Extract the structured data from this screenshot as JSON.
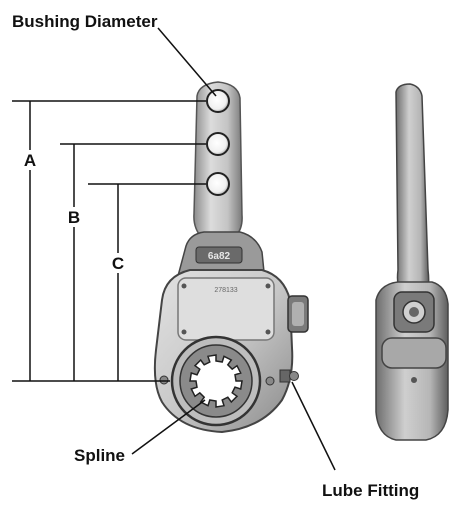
{
  "labels": {
    "bushing_diameter": "Bushing Diameter",
    "a": "A",
    "b": "B",
    "c": "C",
    "spline": "Spline",
    "lube_fitting": "Lube Fitting"
  },
  "part_markings": {
    "casting_mark": "6a82",
    "plate_number": "278133"
  },
  "colors": {
    "metal_light": "#d8d8d8",
    "metal_mid": "#9a9a9a",
    "metal_dark": "#4a4a4a",
    "line": "#111111"
  }
}
